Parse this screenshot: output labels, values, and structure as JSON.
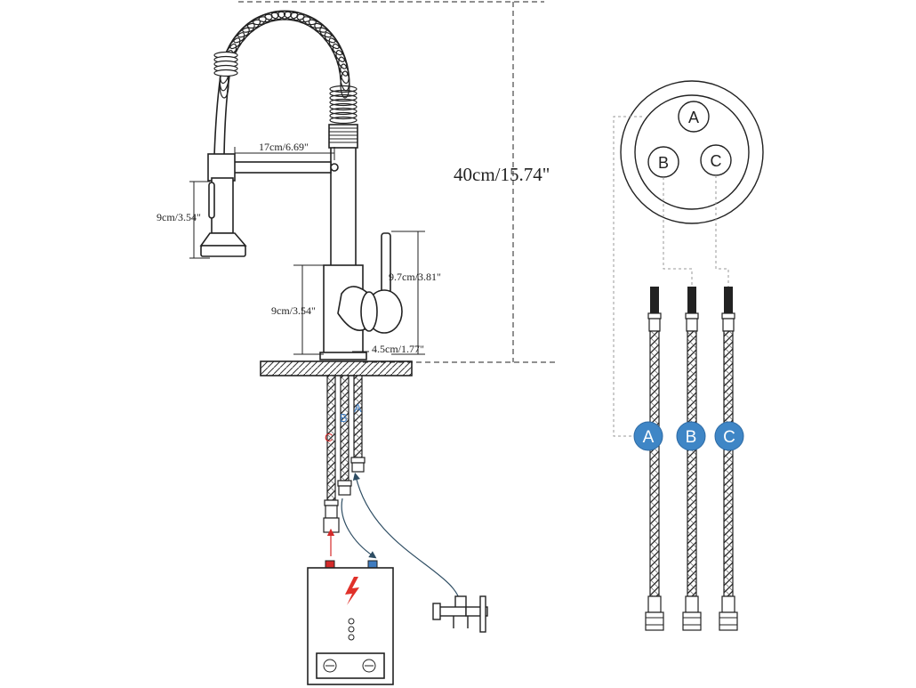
{
  "dimensions": {
    "total_height": "40cm/15.74\"",
    "spout_reach": "17cm/6.69\"",
    "sprayer_height": "9cm/3.54\"",
    "handle_height": "9.7cm/3.81\"",
    "base_height": "9cm/3.54\"",
    "base_diameter": "4.5cm/1.77\""
  },
  "connections": {
    "top_view": {
      "a": "A",
      "b": "B",
      "c": "C"
    },
    "under_deck": {
      "a": "A",
      "b": "B",
      "c": "C"
    },
    "hose_badges": [
      {
        "label": "A",
        "color": "#3f86c6"
      },
      {
        "label": "B",
        "color": "#3f86c6"
      },
      {
        "label": "C",
        "color": "#3f86c6"
      }
    ]
  },
  "colors": {
    "line": "#222222",
    "hot": "#d42a2a",
    "cold": "#3f7cc0",
    "bolt": "#e0312a",
    "dashed_leader": "#9a9a9a"
  },
  "icons": {
    "heater_symbol": "lightning-bolt-icon"
  }
}
